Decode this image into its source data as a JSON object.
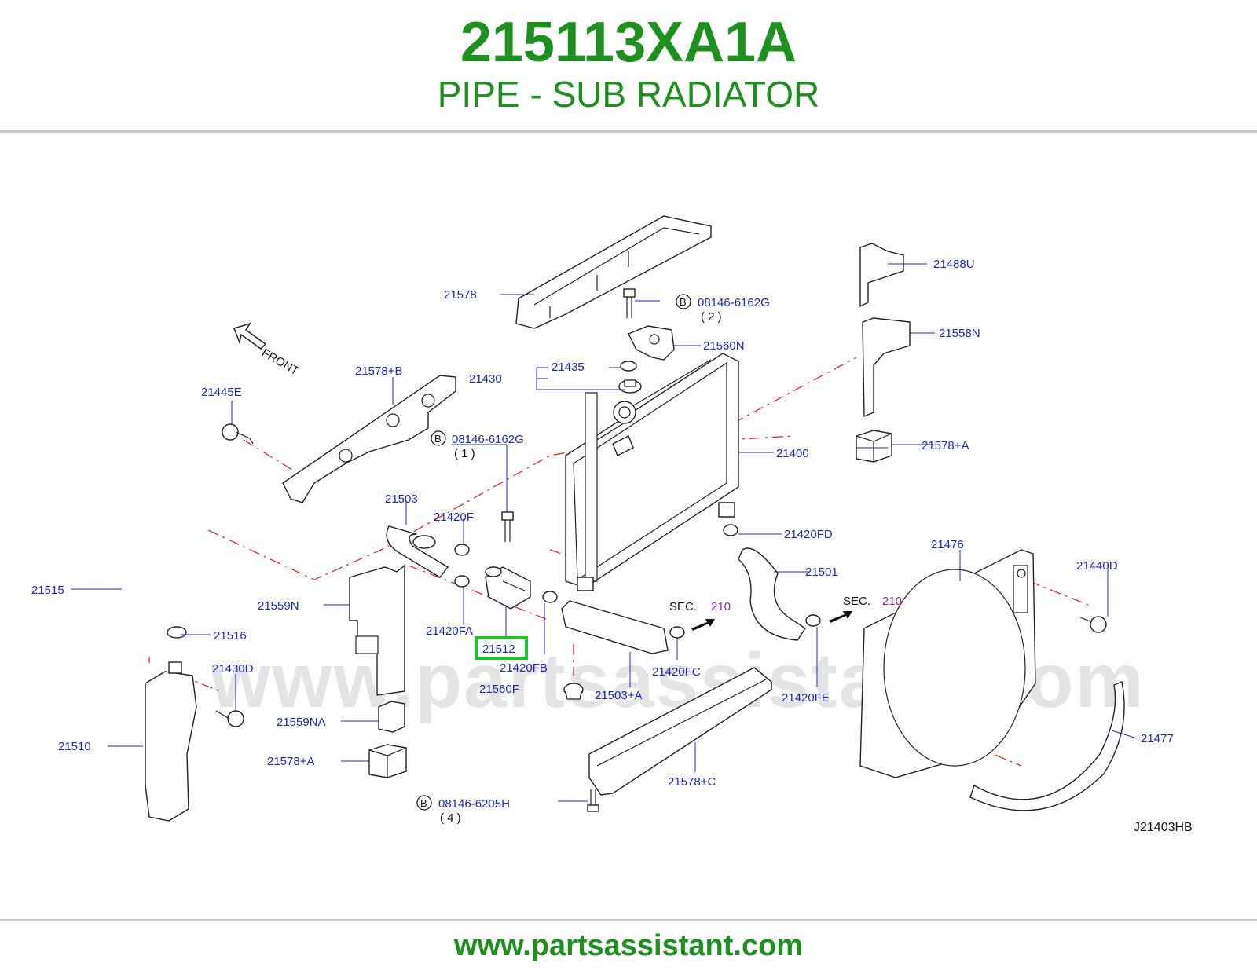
{
  "header": {
    "part_number": "215113XA1A",
    "part_name": "PIPE - SUB RADIATOR"
  },
  "diagram": {
    "code": "J21403HB",
    "front_label": "FRONT",
    "watermark": "www.partsassistant.com",
    "highlighted_part": "21512",
    "sec_labels": [
      {
        "text": "SEC.",
        "ref": "210"
      },
      {
        "text": "SEC.",
        "ref": "210"
      }
    ],
    "bolt_refs": [
      {
        "circle": "B",
        "number": "08146-6162G",
        "qty": "( 2 )"
      },
      {
        "circle": "B",
        "number": "08146-6162G",
        "qty": "( 1 )"
      },
      {
        "circle": "B",
        "number": "08146-6205H",
        "qty": "( 4 )"
      }
    ],
    "labels": [
      "21578",
      "21488U",
      "21558N",
      "21560N",
      "21430",
      "21435",
      "21578+B",
      "21445E",
      "21400",
      "21578+A",
      "21503",
      "21420F",
      "21420FD",
      "21501",
      "21476",
      "21440D",
      "21515",
      "21559N",
      "21420FA",
      "21512",
      "21420FB",
      "21420FC",
      "21420FE",
      "21516",
      "21430D",
      "21560F",
      "21503+A",
      "21559NA",
      "21510",
      "21578+A",
      "21578+C",
      "21477"
    ]
  },
  "footer": {
    "url": "www.partsassistant.com"
  },
  "colors": {
    "title_green": "#1f8f1f",
    "label_blue": "#1e2aa8",
    "ref_purple": "#8a2a9e",
    "dash_red": "#cc2222",
    "highlight_green": "#22c32a"
  }
}
